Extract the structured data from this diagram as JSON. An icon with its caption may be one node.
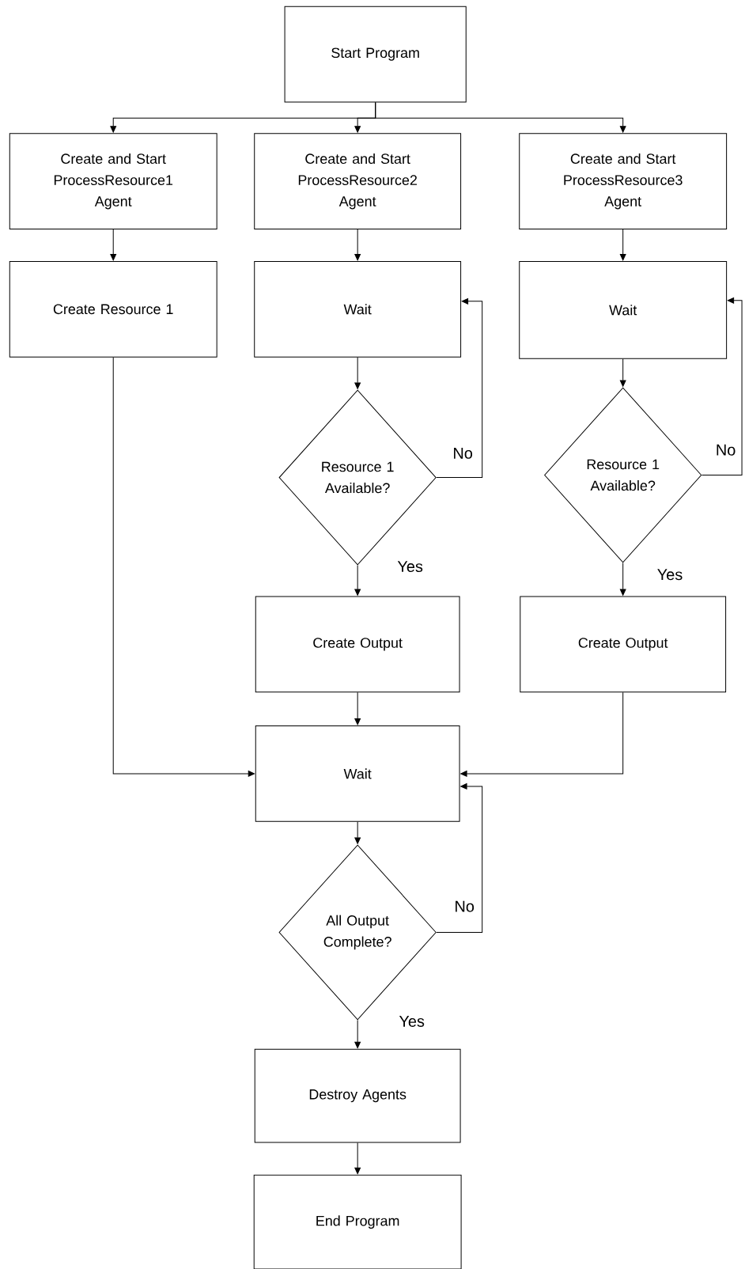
{
  "diagram": {
    "nodes": [
      {
        "text": [
          "Start Program"
        ]
      },
      {
        "text": [
          "Create and Start ProcessResource1 Agent"
        ]
      },
      {
        "text": [
          "Create and Start ProcessResource2 Agent"
        ]
      },
      {
        "text": [
          "Create and Start ProcessResource3 Agent"
        ]
      },
      {
        "text": [
          "Create Resource 1"
        ]
      },
      {
        "text": [
          "Wait"
        ]
      },
      {
        "text": [
          "Resource 1 Available?"
        ]
      },
      {
        "text": [
          "Wait"
        ]
      },
      {
        "text": [
          "Resource 1 Available?"
        ]
      },
      {
        "text": [
          "Create Output"
        ]
      },
      {
        "text": [
          "Create Output"
        ]
      },
      {
        "text": [
          "Wait"
        ]
      },
      {
        "text": [
          "All Output Complete?"
        ]
      },
      {
        "text": [
          "Destroy Agents"
        ]
      },
      {
        "text": [
          "End Program"
        ]
      }
    ],
    "edges": [
      {
        "from": 0,
        "to": 1,
        "arrow": "to"
      },
      {
        "from": 0,
        "to": 2,
        "arrow": "to"
      },
      {
        "from": 0,
        "to": 3,
        "arrow": "to"
      },
      {
        "from": 1,
        "to": 4,
        "arrow": "to"
      },
      {
        "from": 2,
        "to": 5,
        "arrow": "to"
      },
      {
        "from": 5,
        "to": 6,
        "arrow": "to"
      },
      {
        "from": 6,
        "to": 5,
        "arrow": "to",
        "label": "No"
      },
      {
        "from": 6,
        "to": 9,
        "arrow": "to",
        "label": "Yes"
      },
      {
        "from": 3,
        "to": 7,
        "arrow": "to"
      },
      {
        "from": 7,
        "to": 8,
        "arrow": "to"
      },
      {
        "from": 8,
        "to": 7,
        "arrow": "to",
        "label": "No"
      },
      {
        "from": 8,
        "to": 10,
        "arrow": "to",
        "label": "Yes"
      },
      {
        "from": 4,
        "to": 11,
        "arrow": "to"
      },
      {
        "from": 9,
        "to": 11,
        "arrow": "to"
      },
      {
        "from": 10,
        "to": 11,
        "arrow": "to"
      },
      {
        "from": 11,
        "to": 12,
        "arrow": "to"
      },
      {
        "from": 12,
        "to": 11,
        "arrow": "to",
        "label": "No"
      },
      {
        "from": 12,
        "to": 13,
        "arrow": "to",
        "label": "Yes"
      },
      {
        "from": 13,
        "to": 14,
        "arrow": "to"
      }
    ]
  }
}
